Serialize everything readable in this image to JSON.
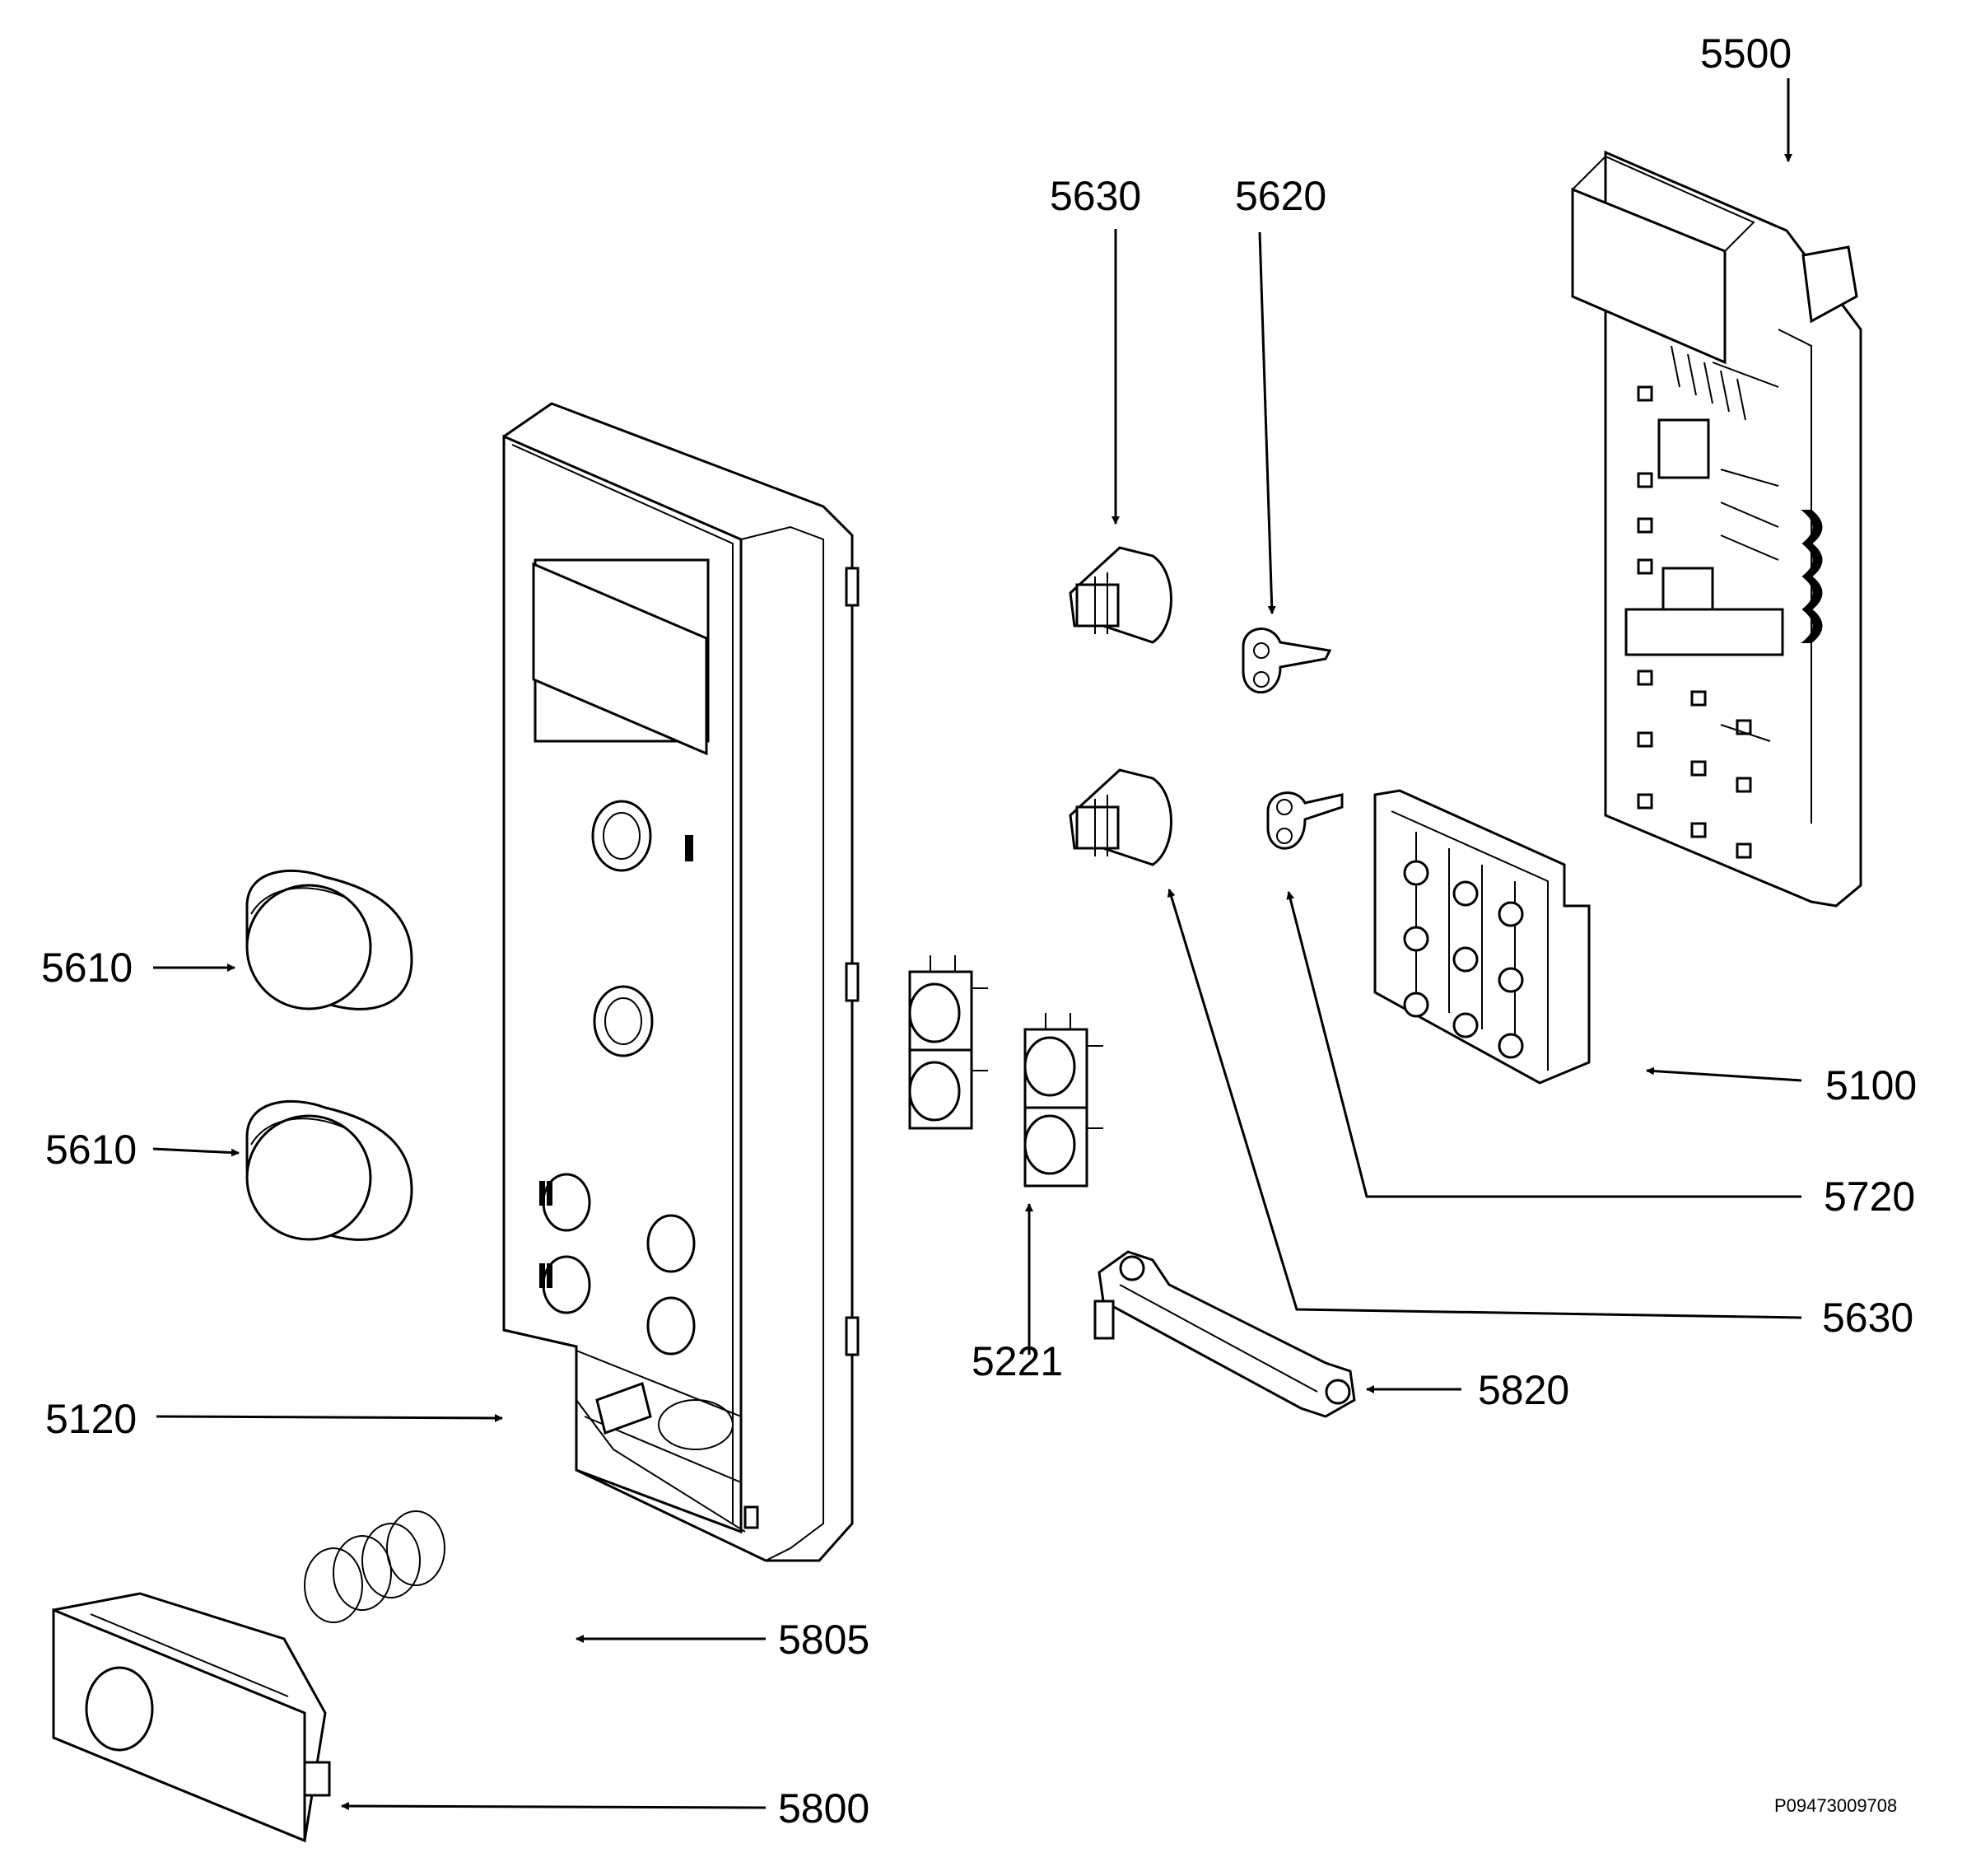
{
  "callouts": [
    {
      "id": "c-5500",
      "text": "5500"
    },
    {
      "id": "c-5630-top",
      "text": "5630"
    },
    {
      "id": "c-5620",
      "text": "5620"
    },
    {
      "id": "c-5610-a",
      "text": "5610"
    },
    {
      "id": "c-5610-b",
      "text": "5610"
    },
    {
      "id": "c-5100",
      "text": "5100"
    },
    {
      "id": "c-5720",
      "text": "5720"
    },
    {
      "id": "c-5630-bottom",
      "text": "5630"
    },
    {
      "id": "c-5221",
      "text": "5221"
    },
    {
      "id": "c-5820",
      "text": "5820"
    },
    {
      "id": "c-5120",
      "text": "5120"
    },
    {
      "id": "c-5805",
      "text": "5805"
    },
    {
      "id": "c-5800",
      "text": "5800"
    }
  ],
  "drawing_code": "P09473009708"
}
